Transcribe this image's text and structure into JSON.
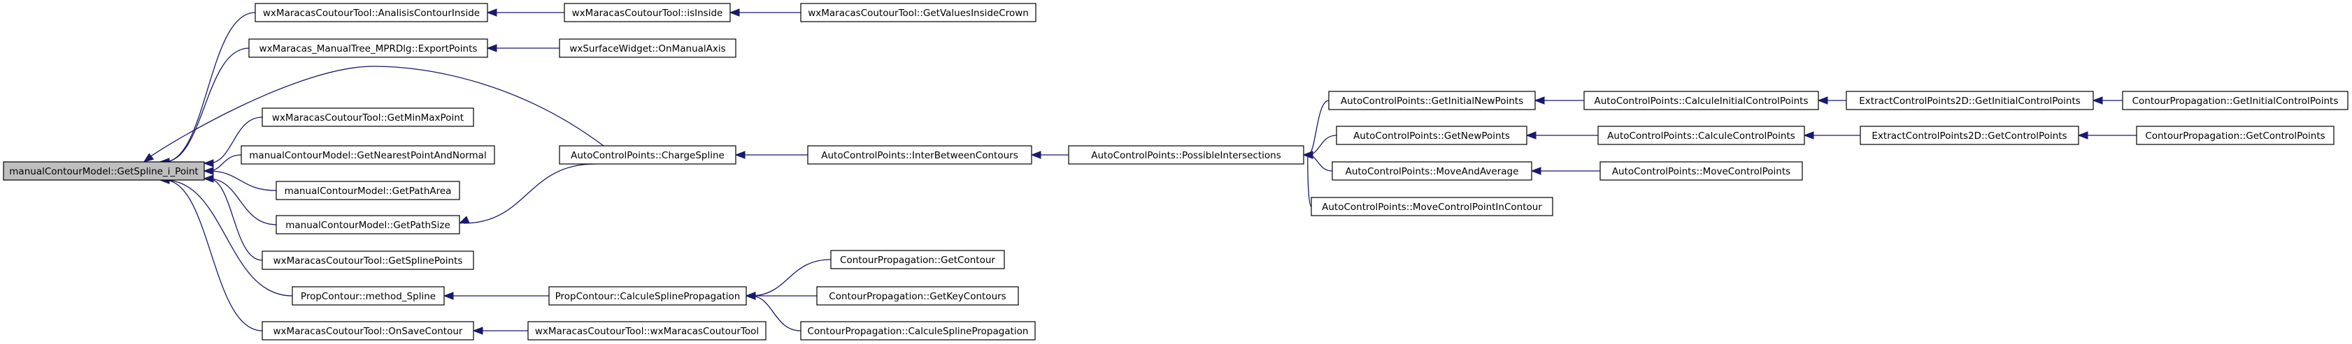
{
  "diagram": {
    "type": "call-graph",
    "colors": {
      "edge": "#191970",
      "root_fill": "#bfbfbf",
      "node_fill": "#ffffff",
      "node_border": "#000000"
    },
    "nodes": {
      "root": "manualContourModel::GetSpline_i_Point",
      "n_analisis": "wxMaracasCoutourTool::AnalisisContourInside",
      "n_isinside": "wxMaracasCoutourTool::isInside",
      "n_getvalues": "wxMaracasCoutourTool::GetValuesInsideCrown",
      "n_export": "wxMaracas_ManualTree_MPRDlg::ExportPoints",
      "n_onmanual": "wxSurfaceWidget::OnManualAxis",
      "n_minmax": "wxMaracasCoutourTool::GetMinMaxPoint",
      "n_nearest": "manualContourModel::GetNearestPointAndNormal",
      "n_patharea": "manualContourModel::GetPathArea",
      "n_pathsize": "manualContourModel::GetPathSize",
      "n_splinepts": "wxMaracasCoutourTool::GetSplinePoints",
      "n_method": "PropContour::method_Spline",
      "n_onsave": "wxMaracasCoutourTool::OnSaveContour",
      "n_charge": "AutoControlPoints::ChargeSpline",
      "n_inter": "AutoControlPoints::InterBetweenContours",
      "n_possible": "AutoControlPoints::PossibleIntersections",
      "n_initnew": "AutoControlPoints::GetInitialNewPoints",
      "n_getnew": "AutoControlPoints::GetNewPoints",
      "n_moveavg": "AutoControlPoints::MoveAndAverage",
      "n_movecp": "AutoControlPoints::MoveControlPointInContour",
      "n_calcinit": "AutoControlPoints::CalculeInitialControlPoints",
      "n_calccp": "AutoControlPoints::CalculeControlPoints",
      "n_movecps": "AutoControlPoints::MoveControlPoints",
      "n_ext_init": "ExtractControlPoints2D::GetInitialControlPoints",
      "n_ext_cp": "ExtractControlPoints2D::GetControlPoints",
      "n_cp_init": "ContourPropagation::GetInitialControlPoints",
      "n_cp_cp": "ContourPropagation::GetControlPoints",
      "n_calcsplineprop": "PropContour::CalculeSplinePropagation",
      "n_getcontour": "ContourPropagation::GetContour",
      "n_getkey": "ContourPropagation::GetKeyContours",
      "n_cp_calcspline": "ContourPropagation::CalculeSplinePropagation",
      "n_wxtool": "wxMaracasCoutourTool::wxMaracasCoutourTool"
    },
    "edges": [
      [
        "n_analisis",
        "root"
      ],
      [
        "n_export",
        "root"
      ],
      [
        "n_minmax",
        "root"
      ],
      [
        "n_nearest",
        "root"
      ],
      [
        "n_patharea",
        "root"
      ],
      [
        "n_pathsize",
        "root"
      ],
      [
        "n_splinepts",
        "root"
      ],
      [
        "n_method",
        "root"
      ],
      [
        "n_onsave",
        "root"
      ],
      [
        "n_charge",
        "root"
      ],
      [
        "n_isinside",
        "n_analisis"
      ],
      [
        "n_getvalues",
        "n_isinside"
      ],
      [
        "n_onmanual",
        "n_export"
      ],
      [
        "n_charge",
        "n_pathsize"
      ],
      [
        "n_inter",
        "n_charge"
      ],
      [
        "n_possible",
        "n_inter"
      ],
      [
        "n_initnew",
        "n_possible"
      ],
      [
        "n_getnew",
        "n_possible"
      ],
      [
        "n_moveavg",
        "n_possible"
      ],
      [
        "n_movecp",
        "n_possible"
      ],
      [
        "n_calcinit",
        "n_initnew"
      ],
      [
        "n_ext_init",
        "n_calcinit"
      ],
      [
        "n_cp_init",
        "n_ext_init"
      ],
      [
        "n_calccp",
        "n_getnew"
      ],
      [
        "n_ext_cp",
        "n_calccp"
      ],
      [
        "n_cp_cp",
        "n_ext_cp"
      ],
      [
        "n_movecps",
        "n_moveavg"
      ],
      [
        "n_calcsplineprop",
        "n_method"
      ],
      [
        "n_getcontour",
        "n_calcsplineprop"
      ],
      [
        "n_getkey",
        "n_calcsplineprop"
      ],
      [
        "n_cp_calcspline",
        "n_calcsplineprop"
      ],
      [
        "n_wxtool",
        "n_onsave"
      ]
    ]
  }
}
